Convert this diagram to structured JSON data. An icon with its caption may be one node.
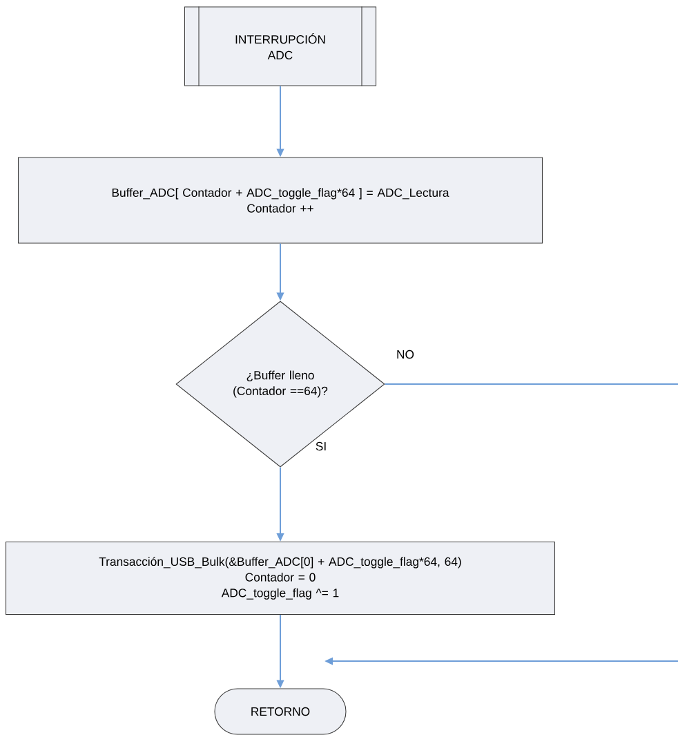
{
  "diagram": {
    "nodes": [
      {
        "text": [
          "INTERRUPCIÓN ADC"
        ]
      },
      {
        "text": [
          "Buffer_ADC[ Contador + ADC_toggle_flag*64 ] = ADC_Lectura",
          "Contador ++"
        ]
      },
      {
        "text": [
          "¿Buffer lleno (Contador ==64)?"
        ]
      },
      {
        "text": [
          "Transacción_USB_Bulk(&Buffer_ADC[0] + ADC_toggle_flag*64, 64)",
          "Contador = 0",
          "ADC_toggle_flag ^= 1"
        ]
      },
      {
        "text": [
          "RETORNO"
        ]
      }
    ],
    "edges": [
      {
        "from": 0,
        "to": 1,
        "arrow": "to"
      },
      {
        "from": 1,
        "to": 2,
        "arrow": "to"
      },
      {
        "from": 2,
        "to": 3,
        "arrow": "to",
        "label": "SI"
      },
      {
        "from": 3,
        "to": 4,
        "arrow": "to"
      },
      {
        "from": 2,
        "to": 4,
        "arrow": "to",
        "label": "NO"
      }
    ]
  }
}
